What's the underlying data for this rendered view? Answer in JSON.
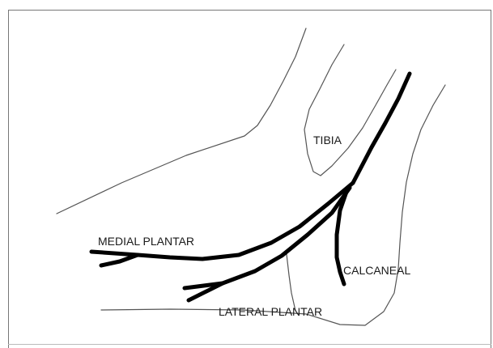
{
  "labels": {
    "tibia": "TIBIA",
    "medial_plantar": "MEDIAL PLANTAR",
    "calcaneal": "CALCANEAL",
    "lateral_plantar": "LATERAL PLANTAR"
  },
  "colors": {
    "outline": "#555555",
    "nerve": "#000000",
    "text": "#1a1a1a"
  }
}
